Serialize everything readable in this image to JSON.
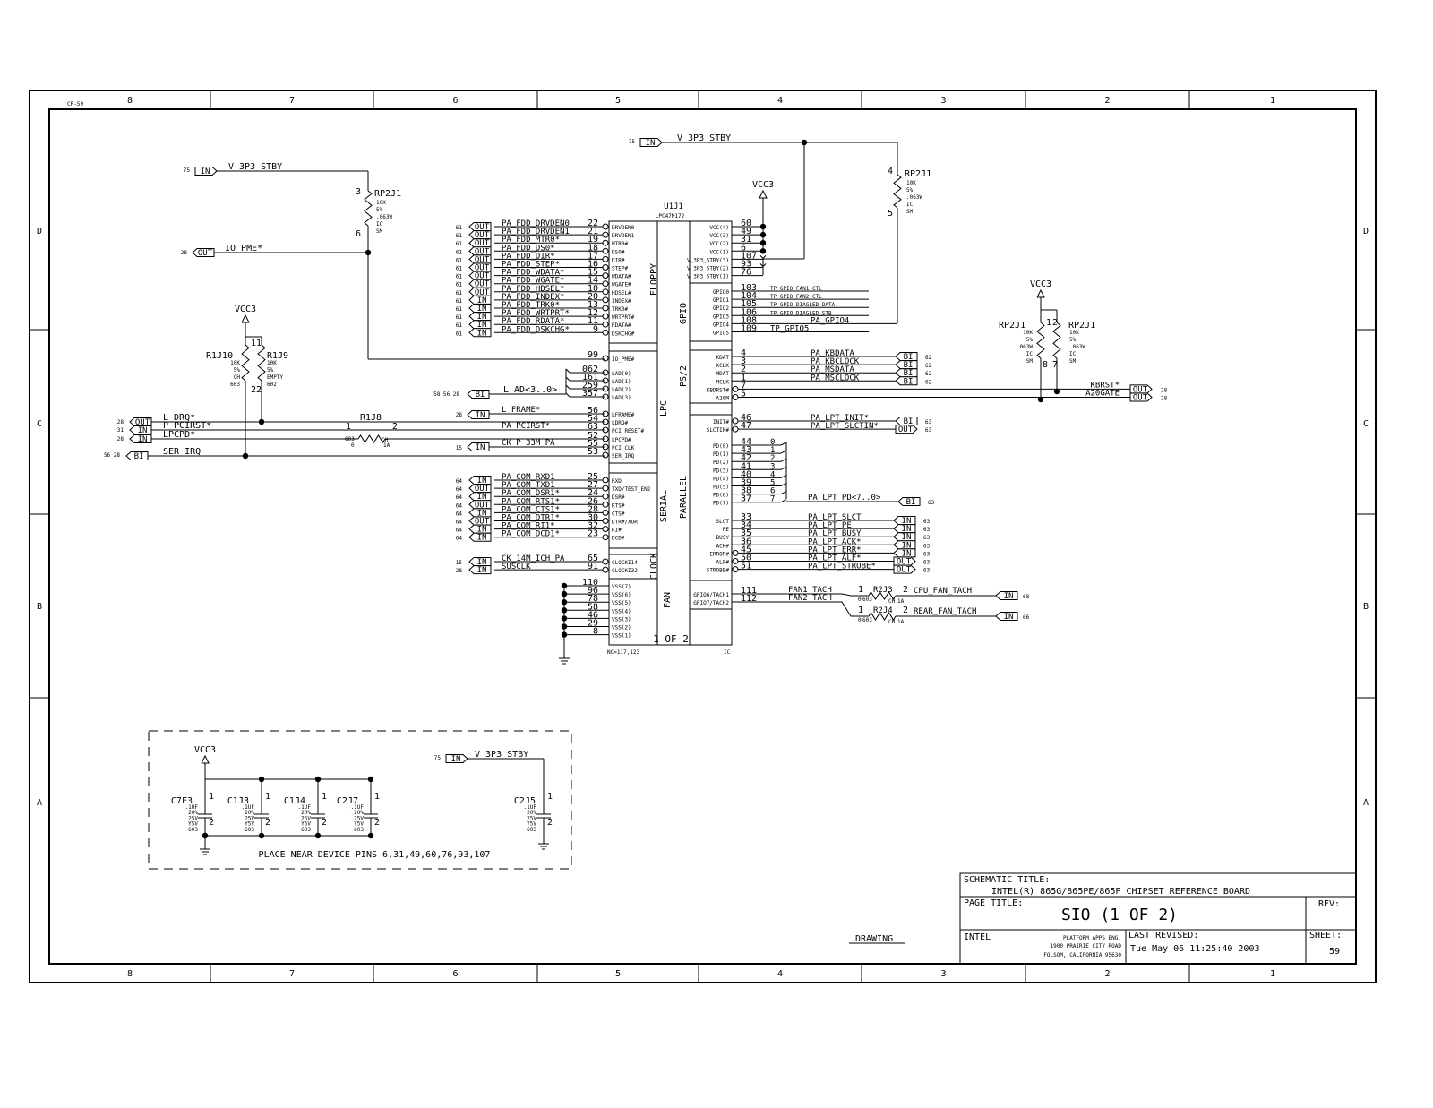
{
  "border": {
    "top_zones": [
      "8",
      "7",
      "6",
      "5",
      "4",
      "3",
      "2",
      "1"
    ],
    "bottom_zones": [
      "8",
      "7",
      "6",
      "5",
      "4",
      "3",
      "2",
      "1"
    ],
    "side_zones": [
      "D",
      "C",
      "B",
      "A"
    ],
    "corner_ref": "CR-59"
  },
  "ic": {
    "refdes": "U1J1",
    "part": "LPC47M172",
    "part_label": "1 OF 2",
    "footer_left": "NC=117,123",
    "footer_right": "IC",
    "groups": [
      "FLOPPY",
      "LPC",
      "SERIAL",
      "CLOCK",
      "FAN",
      "GPIO",
      "PS/2",
      "PARALLEL"
    ],
    "left_pins": [
      {
        "num": "22",
        "name": "DRVDEN0",
        "net": "PA_FDD_DRVDEN0",
        "dir": "OUT",
        "sheet": "61"
      },
      {
        "num": "21",
        "name": "DRVDEN1",
        "net": "PA_FDD_DRVDEN1",
        "dir": "OUT",
        "sheet": "61"
      },
      {
        "num": "19",
        "name": "MTR0#",
        "net": "PA_FDD_MTR0*",
        "dir": "OUT",
        "sheet": "61"
      },
      {
        "num": "18",
        "name": "DS0#",
        "net": "PA_FDD_DS0*",
        "dir": "OUT",
        "sheet": "61"
      },
      {
        "num": "17",
        "name": "DIR#",
        "net": "PA_FDD_DIR*",
        "dir": "OUT",
        "sheet": "61"
      },
      {
        "num": "16",
        "name": "STEP#",
        "net": "PA_FDD_STEP*",
        "dir": "OUT",
        "sheet": "61"
      },
      {
        "num": "15",
        "name": "WDATA#",
        "net": "PA_FDD_WDATA*",
        "dir": "OUT",
        "sheet": "61"
      },
      {
        "num": "14",
        "name": "WGATE#",
        "net": "PA_FDD_WGATE*",
        "dir": "OUT",
        "sheet": "61"
      },
      {
        "num": "10",
        "name": "HDSEL#",
        "net": "PA_FDD_HDSEL*",
        "dir": "OUT",
        "sheet": "61"
      },
      {
        "num": "20",
        "name": "INDEX#",
        "net": "PA_FDD_INDEX*",
        "dir": "IN",
        "sheet": "61"
      },
      {
        "num": "13",
        "name": "TRK0#",
        "net": "PA_FDD_TRK0*",
        "dir": "IN",
        "sheet": "61"
      },
      {
        "num": "12",
        "name": "WRTPRT#",
        "net": "PA_FDD_WRTPRT*",
        "dir": "IN",
        "sheet": "61"
      },
      {
        "num": "11",
        "name": "RDATA#",
        "net": "PA_FDD_RDATA*",
        "dir": "IN",
        "sheet": "61"
      },
      {
        "num": "9",
        "name": "DSKCHG#",
        "net": "PA_FDD_DSKCHG*",
        "dir": "IN",
        "sheet": "61"
      }
    ],
    "lpc_pins": [
      {
        "num": "99",
        "name": "IO_PME#"
      },
      {
        "num": "062",
        "name": "LAD(0)"
      },
      {
        "num": "161",
        "name": "LAD(1)"
      },
      {
        "num": "259",
        "name": "LAD(2)"
      },
      {
        "num": "357",
        "name": "LAD(3)"
      },
      {
        "num": "56",
        "name": "LFRAME#"
      },
      {
        "num": "54",
        "name": "LDRQ#"
      },
      {
        "num": "63",
        "name": "PCI_RESET#"
      },
      {
        "num": "52",
        "name": "LPCPD#"
      },
      {
        "num": "55",
        "name": "PCI_CLK"
      },
      {
        "num": "53",
        "name": "SER_IRQ"
      }
    ],
    "serial_pins": [
      {
        "num": "25",
        "name": "RXD",
        "net": "PA_COM_RXD1",
        "dir": "IN",
        "sheet": "64"
      },
      {
        "num": "27",
        "name": "TXD/TEST_EN2",
        "net": "PA_COM_TXD1",
        "dir": "OUT",
        "sheet": "64"
      },
      {
        "num": "24",
        "name": "DSR#",
        "net": "PA_COM_DSR1*",
        "dir": "IN",
        "sheet": "64"
      },
      {
        "num": "26",
        "name": "RTS#",
        "net": "PA_COM_RTS1*",
        "dir": "OUT",
        "sheet": "64"
      },
      {
        "num": "28",
        "name": "CTS#",
        "net": "PA_COM_CTS1*",
        "dir": "IN",
        "sheet": "64"
      },
      {
        "num": "30",
        "name": "DTR#/XOR",
        "net": "PA_COM_DTR1*",
        "dir": "OUT",
        "sheet": "64"
      },
      {
        "num": "32",
        "name": "RI#",
        "net": "PA_COM_RI1*",
        "dir": "IN",
        "sheet": "64"
      },
      {
        "num": "23",
        "name": "DCD#",
        "net": "PA_COM_DCD1*",
        "dir": "IN",
        "sheet": "64"
      }
    ],
    "clock_pins": [
      {
        "num": "65",
        "name": "CLOCKI14",
        "net": "CK_14M_ICH_PA",
        "dir": "IN",
        "sheet": "15"
      },
      {
        "num": "91",
        "name": "CLOCKI32",
        "net": "SUSCLK",
        "dir": "IN",
        "sheet": "28"
      }
    ],
    "vss_pins": [
      {
        "num": "110",
        "name": "VSS(7)"
      },
      {
        "num": "96",
        "name": "VSS(6)"
      },
      {
        "num": "78",
        "name": "VSS(5)"
      },
      {
        "num": "58",
        "name": "VSS(4)"
      },
      {
        "num": "46",
        "name": "VSS(3)"
      },
      {
        "num": "29",
        "name": "VSS(2)"
      },
      {
        "num": "8",
        "name": "VSS(1)"
      }
    ],
    "power_pins": [
      {
        "num": "60",
        "name": "VCC(4)"
      },
      {
        "num": "49",
        "name": "VCC(3)"
      },
      {
        "num": "31",
        "name": "VCC(2)"
      },
      {
        "num": "6",
        "name": "VCC(1)"
      },
      {
        "num": "107",
        "name": "V_3P3_STBY(3)"
      },
      {
        "num": "93",
        "name": "V_3P3_STBY(2)"
      },
      {
        "num": "76",
        "name": "V_3P3_STBY(1)"
      }
    ],
    "gpio_pins": [
      {
        "num": "103",
        "name": "GPIO0",
        "net": "TP_GPIO_FAN1_CTL"
      },
      {
        "num": "104",
        "name": "GPIO1",
        "net": "TP_GPIO_FAN2_CTL"
      },
      {
        "num": "105",
        "name": "GPIO2",
        "net": "TP_GPIO_DIAGLED_DATA"
      },
      {
        "num": "106",
        "name": "GPIO3",
        "net": "TP_GPIO_DIAGLED_STB"
      },
      {
        "num": "108",
        "name": "GPIO4",
        "net": "PA_GPIO4"
      },
      {
        "num": "109",
        "name": "GPIO5",
        "net": "TP_GPIO5"
      }
    ],
    "ps2_pins": [
      {
        "num": "4",
        "name": "KDAT",
        "net": "PA_KBDATA",
        "dir": "BI",
        "sheet": "62"
      },
      {
        "num": "3",
        "name": "KCLK",
        "net": "PA_KBCLOCK",
        "dir": "BI",
        "sheet": "62"
      },
      {
        "num": "2",
        "name": "MDAT",
        "net": "PA_MSDATA",
        "dir": "BI",
        "sheet": "62"
      },
      {
        "num": "1",
        "name": "MCLK",
        "net": "PA_MSCLOCK",
        "dir": "BI",
        "sheet": "62"
      },
      {
        "num": "7",
        "name": "KBDRST#",
        "net": "KBRST*",
        "dir": "OUT",
        "sheet": "28"
      },
      {
        "num": "5",
        "name": "A20M",
        "net": "A20GATE",
        "dir": "OUT",
        "sheet": "28"
      }
    ],
    "init_pins": [
      {
        "num": "46",
        "name": "INIT#",
        "net": "PA_LPT_INIT*",
        "dir": "BI",
        "sheet": "63"
      },
      {
        "num": "47",
        "name": "SLCTIN#",
        "net": "PA_LPT_SLCTIN*",
        "dir": "OUT",
        "sheet": "63"
      }
    ],
    "pd_pins": [
      {
        "num": "44",
        "name": "PD(0)",
        "bit": "0"
      },
      {
        "num": "43",
        "name": "PD(1)",
        "bit": "1"
      },
      {
        "num": "42",
        "name": "PD(2)",
        "bit": "2"
      },
      {
        "num": "41",
        "name": "PD(3)",
        "bit": "3"
      },
      {
        "num": "40",
        "name": "PD(4)",
        "bit": "4"
      },
      {
        "num": "39",
        "name": "PD(5)",
        "bit": "5"
      },
      {
        "num": "38",
        "name": "PD(6)",
        "bit": "6"
      },
      {
        "num": "37",
        "name": "PD(7)",
        "bit": "7"
      }
    ],
    "pd_bus": {
      "net": "PA_LPT_PD<7..0>",
      "dir": "BI",
      "sheet": "63"
    },
    "lpt_pins": [
      {
        "num": "33",
        "name": "SLCT",
        "net": "PA_LPT_SLCT",
        "dir": "IN",
        "sheet": "63"
      },
      {
        "num": "34",
        "name": "PE",
        "net": "PA_LPT_PE",
        "dir": "IN",
        "sheet": "63"
      },
      {
        "num": "35",
        "name": "BUSY",
        "net": "PA_LPT_BUSY",
        "dir": "IN",
        "sheet": "63"
      },
      {
        "num": "36",
        "name": "ACK#",
        "net": "PA_LPT_ACK*",
        "dir": "IN",
        "sheet": "63"
      },
      {
        "num": "45",
        "name": "ERROR#",
        "net": "PA_LPT_ERR*",
        "dir": "IN",
        "sheet": "63"
      },
      {
        "num": "50",
        "name": "ALF#",
        "net": "PA_LPT_ALF*",
        "dir": "OUT",
        "sheet": "63"
      },
      {
        "num": "51",
        "name": "STROBE#",
        "net": "PA_LPT_STROBE*",
        "dir": "OUT",
        "sheet": "63"
      }
    ],
    "fan_pins": [
      {
        "num": "111",
        "name": "GPIO6/TACH1",
        "net": "FAN1_TACH",
        "res": "R2J3",
        "out": "CPU_FAN_TACH",
        "dir": "IN",
        "sheet": "68"
      },
      {
        "num": "112",
        "name": "GPIO7/TACH2",
        "net": "FAN2_TACH",
        "res": "R2J4",
        "out": "REAR_FAN_TACH",
        "dir": "IN",
        "sheet": "66"
      }
    ],
    "fan_res_values": {
      "value": "0",
      "package": "603",
      "pins": [
        "1",
        "2"
      ],
      "tol": "1A"
    }
  },
  "nets": {
    "stby": "V_3P3_STBY",
    "stby_sheet": "75",
    "vcc3": "VCC3",
    "io_pme": "IO_PME*",
    "io_pme_sheet": "28",
    "lad_bus": "L_AD<3..0>",
    "lad_sheets": "58 56 28",
    "lframe": "L_FRAME*",
    "lframe_sheet": "28",
    "ldrq": "L_DRQ*",
    "ldrq_sheet": "28",
    "pcirst": "P_PCIRST*",
    "pcirst_sheet": "31",
    "pa_pcirst": "PA_PCIRST*",
    "lpcpd": "LPCPD*",
    "lpcpd_sheet": "28",
    "ser_irq": "SER_IRQ",
    "ser_irq_sheets": "56 28",
    "pciclk": "CK_P_33M_PA",
    "pciclk_sheet": "15"
  },
  "resistors": {
    "rp_top": {
      "ref": "RP2J1",
      "vals": [
        "10K",
        "5%",
        ".063W",
        "IC",
        "SM"
      ],
      "pins": [
        "3",
        "6"
      ]
    },
    "rp_right": {
      "ref": "RP2J1",
      "vals": [
        "10K",
        "5%",
        ".063W",
        "IC",
        "SM"
      ],
      "pins": [
        "4",
        "5"
      ]
    },
    "rp_pair_left": {
      "ref": "RP2J1",
      "vals": [
        "10K",
        "5%",
        "063W",
        "IC",
        "SM"
      ],
      "pins": [
        "1",
        "8"
      ]
    },
    "rp_pair_right": {
      "ref": "RP2J1",
      "vals": [
        "10K",
        "5%",
        ".063W",
        "IC",
        "SM"
      ],
      "pins": [
        "2",
        "7"
      ]
    },
    "r1j10": {
      "ref": "R1J10",
      "vals": [
        "10K",
        "5%",
        "CH",
        "603"
      ],
      "pins": [
        "1",
        "2"
      ]
    },
    "r1j9": {
      "ref": "R1J9",
      "vals": [
        "10K",
        "5%",
        "EMPTY",
        "602"
      ],
      "pins": [
        "1",
        "2"
      ]
    },
    "r1j8": {
      "ref": "R1J8",
      "vals": [
        "603",
        "0",
        "CH",
        "1A"
      ],
      "pins": [
        "1",
        "2"
      ]
    }
  },
  "decoupling": {
    "note": "PLACE NEAR DEVICE PINS 6,31,49,60,76,93,107",
    "vcc": "VCC3",
    "stby": "V_3P3_STBY",
    "stby_sheet": "75",
    "caps": [
      {
        "ref": "C7F3",
        "vals": [
          ".1UF",
          "20%",
          "25V",
          "Y5V",
          "603"
        ]
      },
      {
        "ref": "C1J3",
        "vals": [
          ".1UF",
          "20%",
          "25V",
          "Y5V",
          "603"
        ]
      },
      {
        "ref": "C1J4",
        "vals": [
          ".1UF",
          "20%",
          "25V",
          "Y5V",
          "603"
        ]
      },
      {
        "ref": "C2J7",
        "vals": [
          ".1UF",
          "20%",
          "25V",
          "Y5V",
          "603"
        ]
      },
      {
        "ref": "C2J5",
        "vals": [
          ".1UF",
          "20%",
          "25V",
          "Y5V",
          "603"
        ]
      }
    ],
    "cap_pins": [
      "1",
      "2"
    ]
  },
  "title_block": {
    "schematic_title_label": "SCHEMATIC TITLE:",
    "schematic_title": "INTEL(R) 865G/865PE/865P CHIPSET REFERENCE BOARD",
    "page_title_label": "PAGE TITLE:",
    "page_title": "SIO (1 OF 2)",
    "rev_label": "REV:",
    "company": "INTEL",
    "address_line1": "PLATFORM APPS ENG.",
    "address_line2": "1900 PRAIRIE CITY ROAD",
    "address_line3": "FOLSOM, CALIFORNIA 95630",
    "last_revised_label": "LAST REVISED:",
    "last_revised": "Tue May 06 11:25:40 2003",
    "sheet_label": "SHEET:",
    "sheet": "59",
    "drawing_label": "DRAWING"
  }
}
